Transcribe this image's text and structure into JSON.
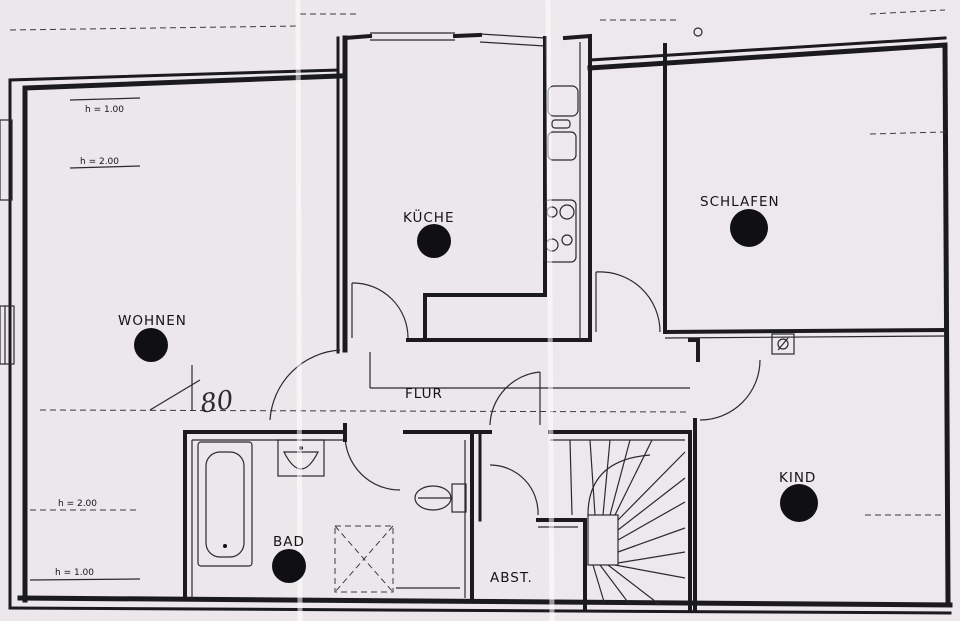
{
  "rooms": {
    "wohnen": "WOHNEN",
    "kueche": "KÜCHE",
    "schlafen": "SCHLAFEN",
    "flur": "FLUR",
    "bad": "BAD",
    "abst": "ABST.",
    "kind": "KIND"
  },
  "heights": {
    "h1_top": "h = 1.00",
    "h2_top": "h = 2.00",
    "h2_bottom": "h = 2.00",
    "h1_bottom": "h = 1.00"
  },
  "handwriting": "80",
  "colors": {
    "paper": "#e9e5e8",
    "ink": "#1b1b1f"
  }
}
